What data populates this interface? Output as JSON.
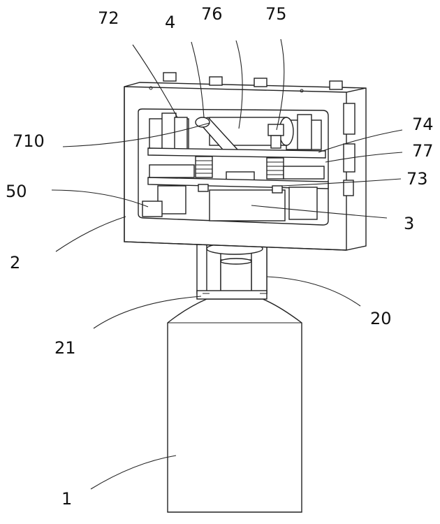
{
  "figure": {
    "labels": {
      "l72": "72",
      "l4": "4",
      "l76": "76",
      "l75": "75",
      "l710": "710",
      "l74": "74",
      "l77": "77",
      "l50": "50",
      "l73": "73",
      "l3": "3",
      "l2": "2",
      "l20": "20",
      "l21": "21",
      "l1": "1"
    }
  }
}
